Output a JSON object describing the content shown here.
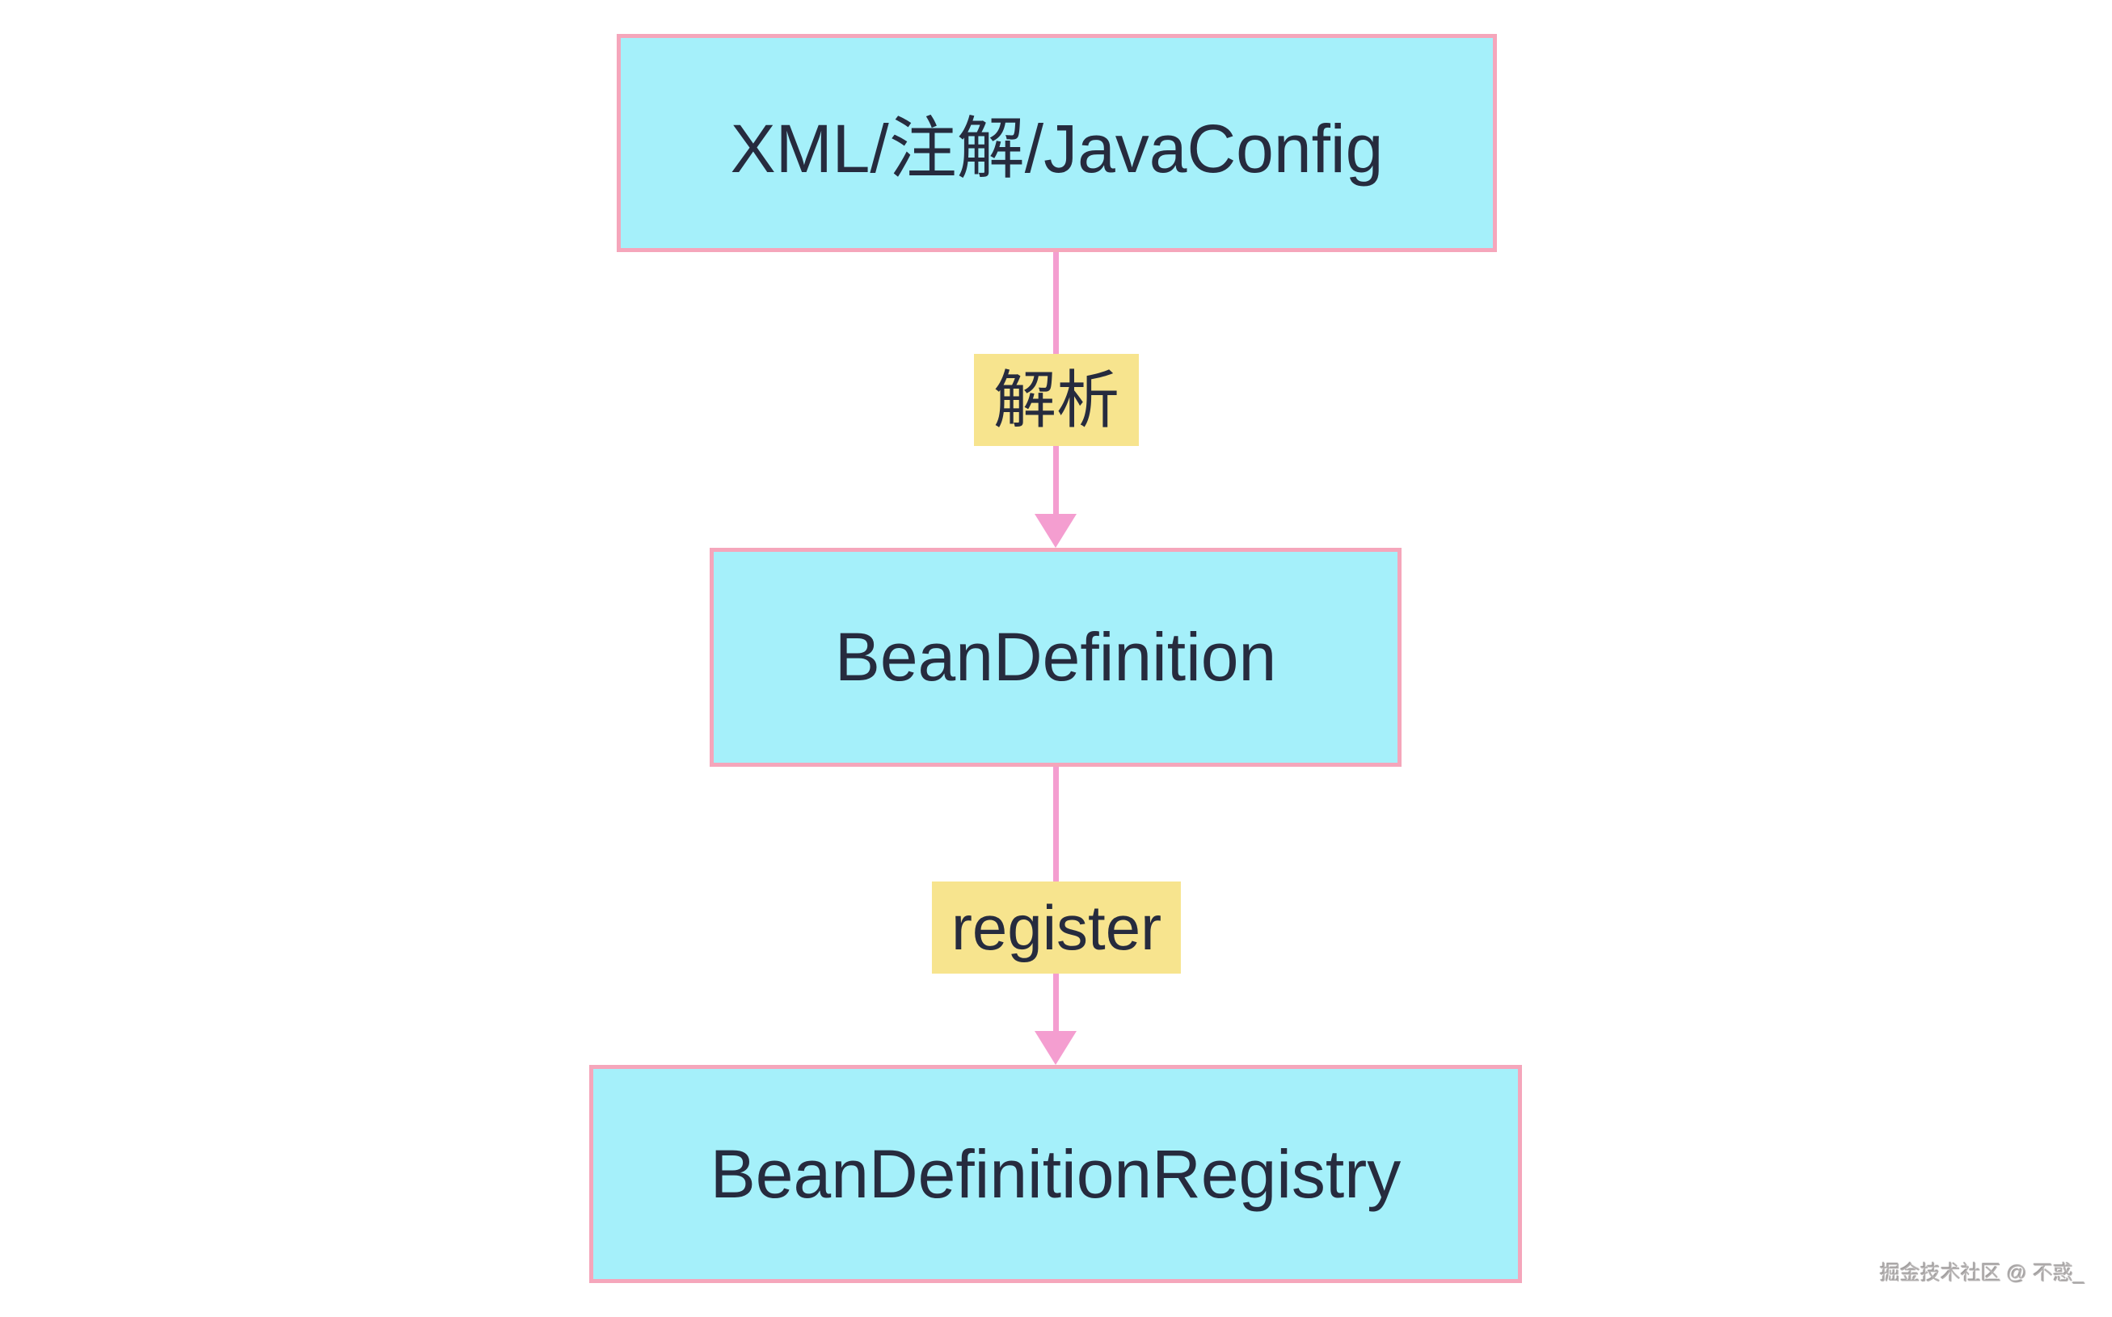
{
  "diagram": {
    "type": "flowchart",
    "direction": "top-down",
    "nodes": [
      {
        "id": "config-source",
        "label": "XML/注解/JavaConfig"
      },
      {
        "id": "bean-definition",
        "label": "BeanDefinition"
      },
      {
        "id": "bean-definition-registry",
        "label": "BeanDefinitionRegistry"
      }
    ],
    "edges": [
      {
        "from": "config-source",
        "to": "bean-definition",
        "label": "解析"
      },
      {
        "from": "bean-definition",
        "to": "bean-definition-registry",
        "label": "register"
      }
    ],
    "colors": {
      "node_fill": "#a5f0fa",
      "node_border": "#f5a6bb",
      "arrow": "#f49ed0",
      "edge_label_bg": "#f7e48e",
      "text": "#262b3e",
      "background": "#ffffff",
      "watermark_text": "#b3b0b0"
    },
    "watermark": "掘金技术社区 @ 不惑_"
  }
}
